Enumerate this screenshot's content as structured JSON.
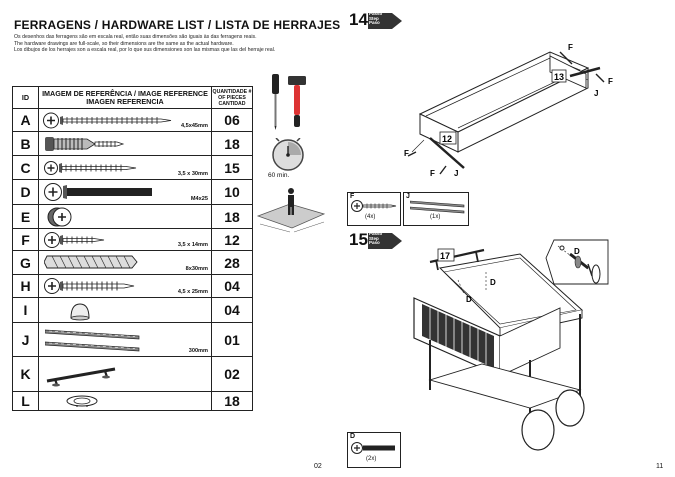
{
  "title": "FERRAGENS / HARDWARE LIST / LISTA DE HERRAJES",
  "notes": [
    "Os desenhos das ferragens são em escala real, então suas dimensões são iguais às das ferragens reais.",
    "The hardware drawings are full-scale, so their dimensions are the same as the actual hardware.",
    "Los dibujos de los herrajes son a escala real, por lo que sus dimensiones son las mismas que las del herraje real."
  ],
  "table": {
    "headers": {
      "id": "ID",
      "image": "IMAGEM DE REFERÊNCIA / IMAGE REFERENCE IMAGEN REFERENCIA",
      "qty": "QUANTIDADE # OF PIECES CANTIDAD"
    },
    "rows": [
      {
        "id": "A",
        "size": "4,5x45mm",
        "qty": "06",
        "icon": "screw-long-icon"
      },
      {
        "id": "B",
        "size": "",
        "qty": "18",
        "icon": "wooden-dowel-screw-icon"
      },
      {
        "id": "C",
        "size": "3,5 x 30mm",
        "qty": "15",
        "icon": "screw-medium-icon"
      },
      {
        "id": "D",
        "size": "M4x25",
        "qty": "10",
        "icon": "bolt-icon"
      },
      {
        "id": "E",
        "size": "",
        "qty": "18",
        "icon": "cam-lock-icon"
      },
      {
        "id": "F",
        "size": "3,5 x 14mm",
        "qty": "12",
        "icon": "screw-short-icon"
      },
      {
        "id": "G",
        "size": "8x30mm",
        "qty": "28",
        "icon": "wooden-dowel-icon"
      },
      {
        "id": "H",
        "size": "4,5 x 25mm",
        "qty": "04",
        "icon": "screw-wood-icon"
      },
      {
        "id": "I",
        "size": "",
        "qty": "04",
        "icon": "furniture-foot-icon"
      },
      {
        "id": "J",
        "size": "300mm",
        "qty": "01",
        "icon": "drawer-slide-icon"
      },
      {
        "id": "K",
        "size": "",
        "qty": "02",
        "icon": "handle-icon"
      },
      {
        "id": "L",
        "size": "",
        "qty": "18",
        "icon": "cap-cover-icon"
      }
    ]
  },
  "tools": {
    "time": "60 min."
  },
  "page_left": "02",
  "page_right": "11",
  "step14": {
    "number": "14",
    "label": [
      "Passo",
      "Step",
      "Paso"
    ],
    "callouts": {
      "panel_a": "13",
      "panel_b": "12",
      "screw": "F",
      "slide": "J"
    },
    "parts": [
      {
        "id": "F",
        "count": "(4x)"
      },
      {
        "id": "J",
        "count": "(1x)"
      }
    ]
  },
  "step15": {
    "number": "15",
    "label": [
      "Passo",
      "Step",
      "Paso"
    ],
    "callouts": {
      "panel": "17",
      "bolt": "D"
    },
    "parts": [
      {
        "id": "D",
        "count": "(2x)"
      }
    ]
  }
}
